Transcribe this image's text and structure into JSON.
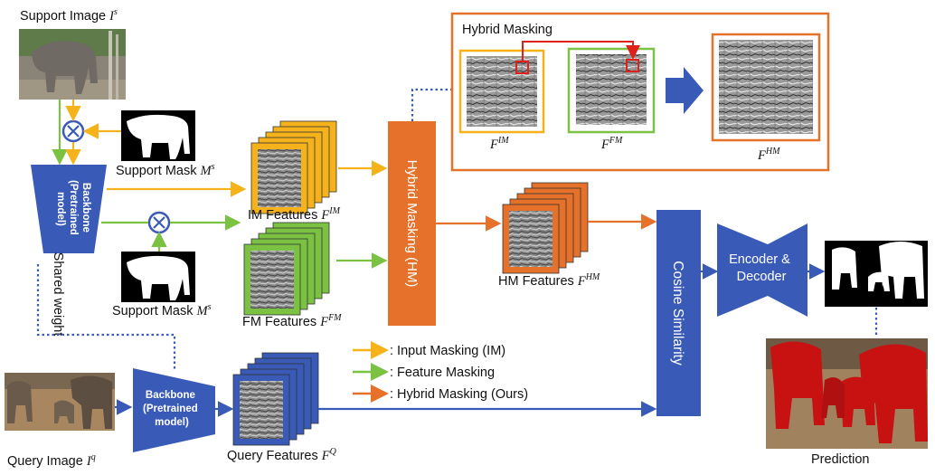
{
  "labels": {
    "support_image": "Support Image",
    "support_image_sym": "I",
    "support_image_sup": "s",
    "support_mask": "Support Mask",
    "support_mask_sym": "M",
    "support_mask_sup": "s",
    "backbone_top": [
      "Backbone",
      "(Pretrained",
      "model)"
    ],
    "backbone_bottom": [
      "Backbone",
      "(Pretrained",
      "model)"
    ],
    "shared_weight": "Shared weight",
    "im_features": "IM Features",
    "im_features_sym": "F",
    "im_features_sup": "IM",
    "fm_features": "FM Features",
    "fm_features_sym": "F",
    "fm_features_sup": "FM",
    "hybrid_masking_box_title": "Hybrid Masking",
    "hybrid_masking_block": "Hybrid Masking (HM)",
    "f_im_sym": "F",
    "f_im_sup": "IM",
    "f_fm_sym": "F",
    "f_fm_sup": "FM",
    "f_hm_sym": "F",
    "f_hm_sup": "HM",
    "hm_features": "HM Features",
    "hm_features_sym": "F",
    "hm_features_sup": "HM",
    "cosine_similarity": "Cosine Similarity",
    "encoder_decoder": [
      "Encoder &",
      "Decoder"
    ],
    "prediction": "Prediction",
    "query_image": "Query Image",
    "query_image_sym": "I",
    "query_image_sup": "q",
    "query_features": "Query Features",
    "query_features_sym": "F",
    "query_features_sup": "Q"
  },
  "legend": [
    {
      "label": ": Input Masking (IM)",
      "color": "#f5b21b"
    },
    {
      "label": ": Feature Masking",
      "color": "#7cc242"
    },
    {
      "label": ": Hybrid Masking (Ours)",
      "color": "#e5712b"
    }
  ],
  "colors": {
    "blue": "#3a5ab8",
    "orange": "#e5712b",
    "yellow": "#f5b21b",
    "green": "#7cc242",
    "red": "#e0201b"
  }
}
